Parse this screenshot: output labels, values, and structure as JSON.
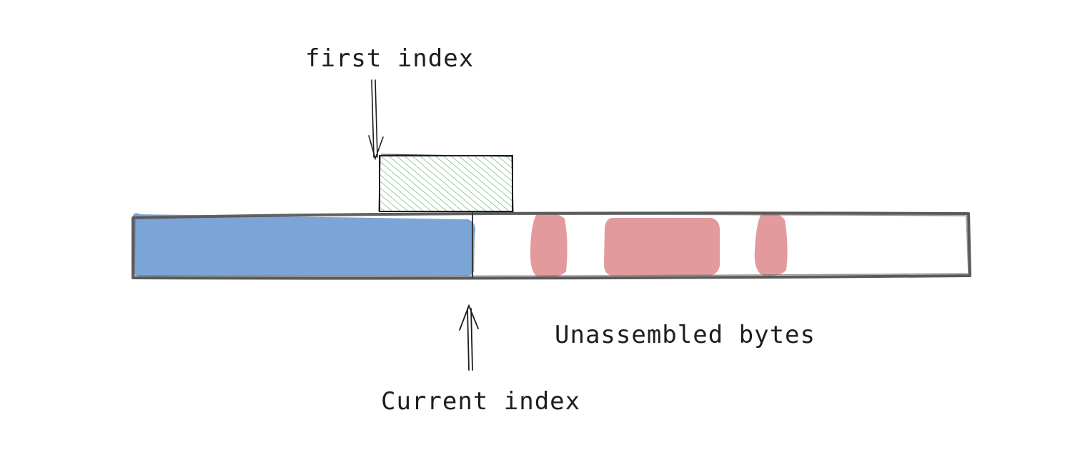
{
  "labels": {
    "first_index": "first index",
    "current_index": "Current index",
    "unassembled": "Unassembled bytes"
  },
  "colors": {
    "assembled": "#6d9bd2",
    "unassembled": "#e08f91",
    "incoming": "#3c9a3c",
    "stroke": "#5a5a5a",
    "ink": "#1e1e1e"
  }
}
